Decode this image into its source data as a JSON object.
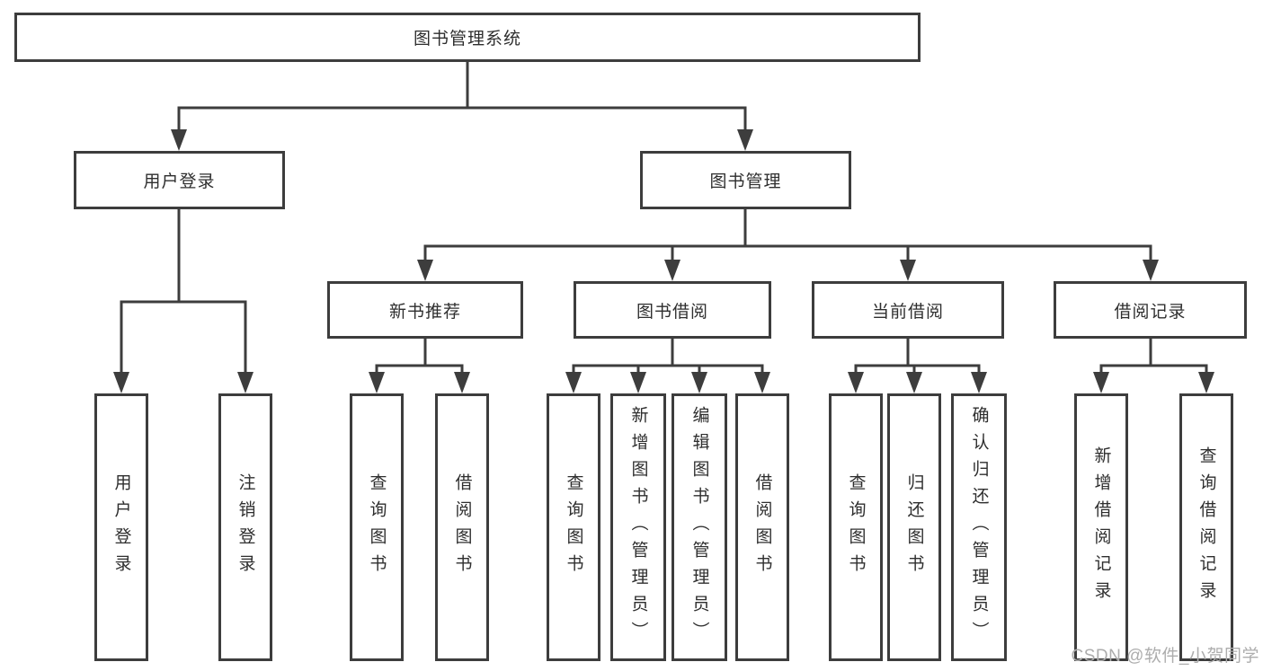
{
  "diagram": {
    "tree": {
      "root": {
        "label": "图书管理系统"
      },
      "children": [
        {
          "label": "用户登录",
          "children": [
            {
              "label": "用户登录"
            },
            {
              "label": "注销登录"
            }
          ]
        },
        {
          "label": "图书管理",
          "children": [
            {
              "label": "新书推荐",
              "children": [
                {
                  "label": "查询图书"
                },
                {
                  "label": "借阅图书"
                }
              ]
            },
            {
              "label": "图书借阅",
              "children": [
                {
                  "label": "查询图书"
                },
                {
                  "label": "新增图书（管理员）"
                },
                {
                  "label": "编辑图书（管理员）"
                },
                {
                  "label": "借阅图书"
                }
              ]
            },
            {
              "label": "当前借阅",
              "children": [
                {
                  "label": "查询图书"
                },
                {
                  "label": "归还图书"
                },
                {
                  "label": "确认归还（管理员）"
                }
              ]
            },
            {
              "label": "借阅记录",
              "children": [
                {
                  "label": "新增借阅记录"
                },
                {
                  "label": "查询借阅记录"
                }
              ]
            }
          ]
        }
      ]
    },
    "watermark": "CSDN @软件_小贺同学",
    "colors": {
      "line": "#3d3d3d",
      "text": "#2e2e2e",
      "watermark": "#adadad",
      "background": "#ffffff"
    }
  }
}
